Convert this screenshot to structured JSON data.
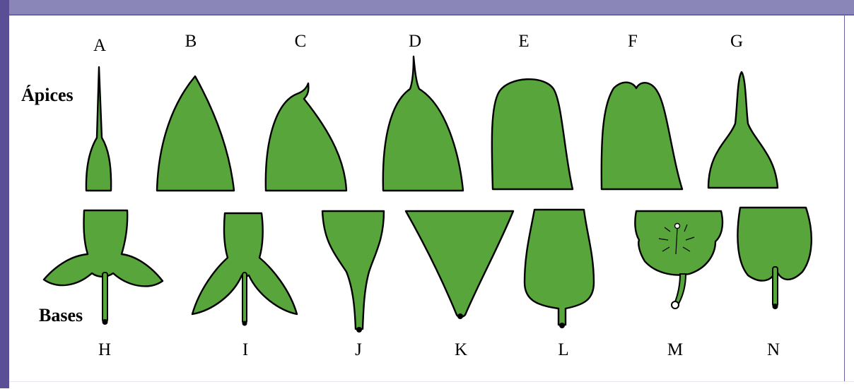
{
  "row_labels": {
    "apices": "Ápices",
    "bases": "Bases"
  },
  "apex_letters": [
    "A",
    "B",
    "C",
    "D",
    "E",
    "F",
    "G"
  ],
  "base_letters": [
    "H",
    "I",
    "J",
    "K",
    "L",
    "M",
    "N"
  ],
  "colors": {
    "leaf_fill": "#58a53b",
    "outline": "#000000",
    "frame": "#5a4e96"
  }
}
